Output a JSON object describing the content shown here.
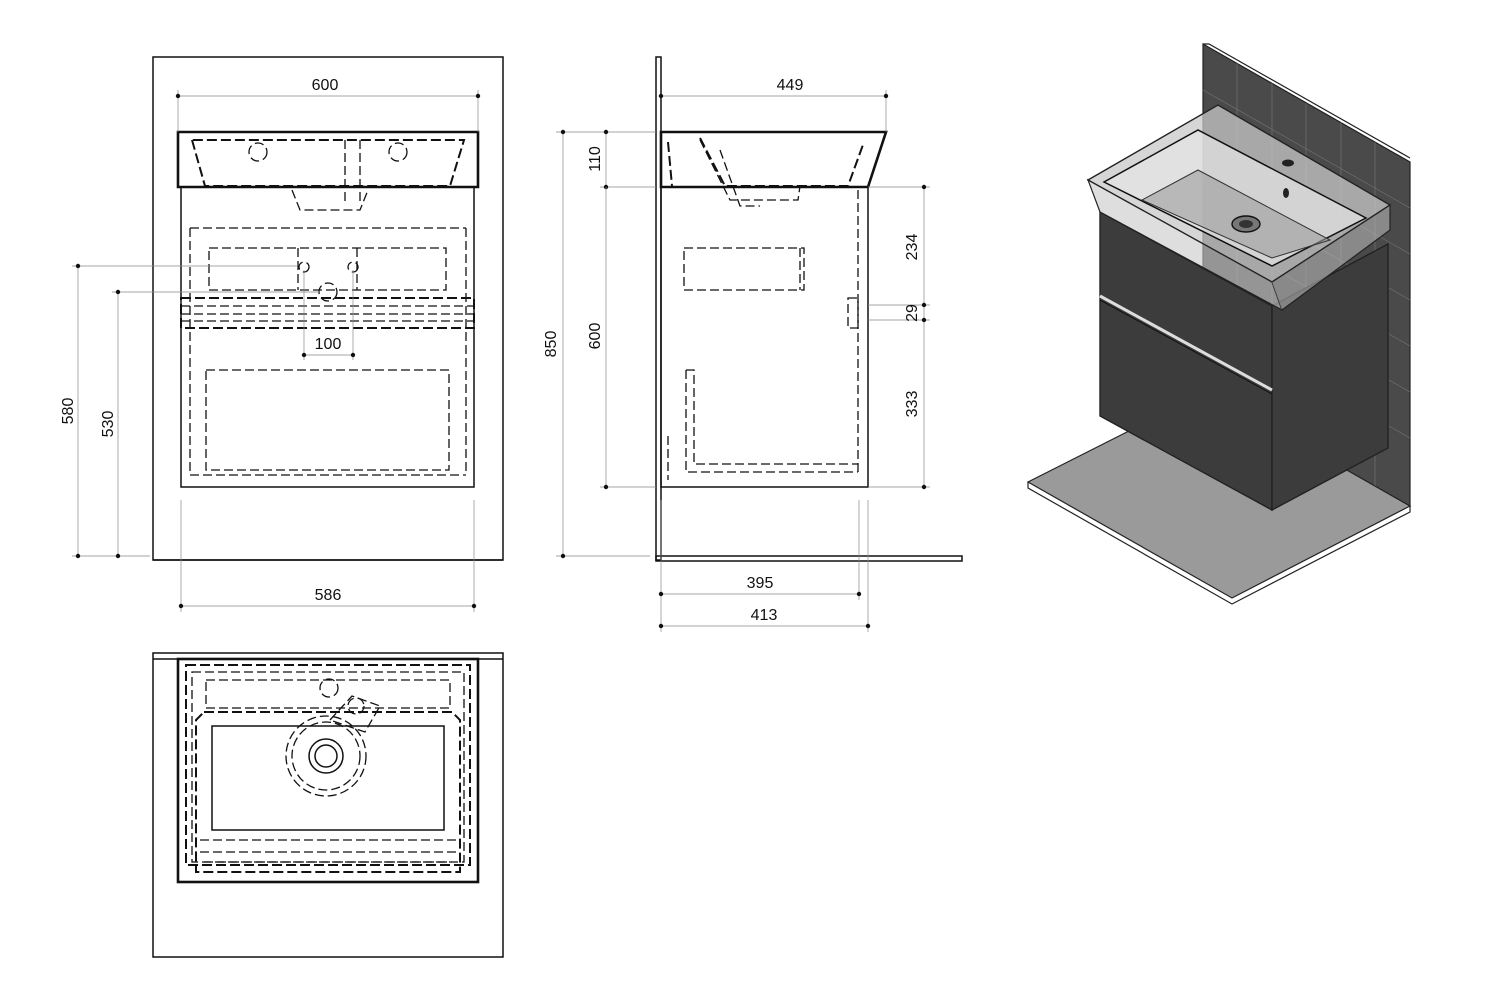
{
  "front_view": {
    "dim_width_top": "600",
    "dim_width_bottom": "586",
    "dim_tap_spacing": "100",
    "dim_height_580": "580",
    "dim_height_530": "530"
  },
  "side_view": {
    "dim_depth_top": "449",
    "dim_depth_395": "395",
    "dim_depth_413": "413",
    "dim_basin_height": "110",
    "dim_cabinet_height": "600",
    "dim_total_height": "850",
    "dim_upper_drawer": "234",
    "dim_gap": "29",
    "dim_lower_drawer": "333"
  },
  "iso_view": {
    "wall_color": "#4a4a4a",
    "floor_color": "#9a9a9a",
    "cabinet_color": "#3c3c3c",
    "basin_color": "#c8c8c8"
  }
}
